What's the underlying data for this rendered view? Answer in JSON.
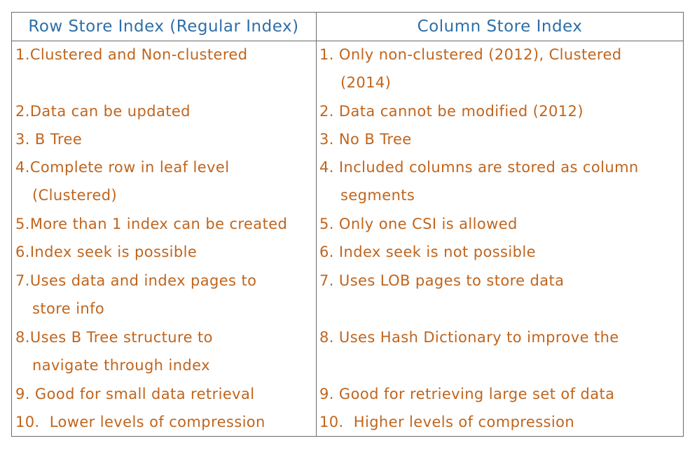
{
  "headers": {
    "row_store": "Row Store Index (Regular Index)",
    "column_store": "Column Store Index"
  },
  "rows": [
    {
      "row_num": "1.",
      "row_line1": "Clustered and Non-clustered",
      "row_line2": "",
      "col_num": "1.",
      "col_line1": "Only non-clustered (2012), Clustered",
      "col_line2": "(2014)"
    },
    {
      "row_num": "2.",
      "row_line1": "Data can be updated",
      "row_line2": "",
      "col_num": "2.",
      "col_line1": "Data cannot be modified (2012)",
      "col_line2": ""
    },
    {
      "row_num": "3.",
      "row_line1": "B Tree",
      "row_line2": "",
      "col_num": "3.",
      "col_line1": "No B Tree",
      "col_line2": ""
    },
    {
      "row_num": "4.",
      "row_line1": "Complete row in leaf level",
      "row_line2": "(Clustered)",
      "col_num": "4.",
      "col_line1": "Included columns are stored as column",
      "col_line2": "segments"
    },
    {
      "row_num": "5.",
      "row_line1": "More than 1 index can be created",
      "row_line2": "",
      "col_num": "5.",
      "col_line1": "Only one CSI is allowed",
      "col_line2": ""
    },
    {
      "row_num": "6.",
      "row_line1": "Index seek is possible",
      "row_line2": "",
      "col_num": "6.",
      "col_line1": "Index seek is not possible",
      "col_line2": ""
    },
    {
      "row_num": "7.",
      "row_line1": "Uses data and index pages to",
      "row_line2": "store info",
      "col_num": "7.",
      "col_line1": "Uses LOB pages to store data",
      "col_line2": ""
    },
    {
      "row_num": "8.",
      "row_line1": "Uses B Tree structure to",
      "row_line2": "navigate through index",
      "col_num": "8.",
      "col_line1": "Uses Hash Dictionary to improve the",
      "col_line2": ""
    },
    {
      "row_num": "9.",
      "row_line1": "Good for small data retrieval",
      "row_line2": "",
      "col_num": "9.",
      "col_line1": "Good for retrieving large set of data",
      "col_line2": ""
    },
    {
      "row_num": "10.",
      "row_line1": "Lower levels of compression",
      "row_line2": "",
      "col_num": "10.",
      "col_line1": "Higher levels of compression",
      "col_line2": ""
    }
  ],
  "colors": {
    "header_text": "#2e6fa8",
    "body_text": "#c0651d",
    "border": "#6b6b6b"
  }
}
